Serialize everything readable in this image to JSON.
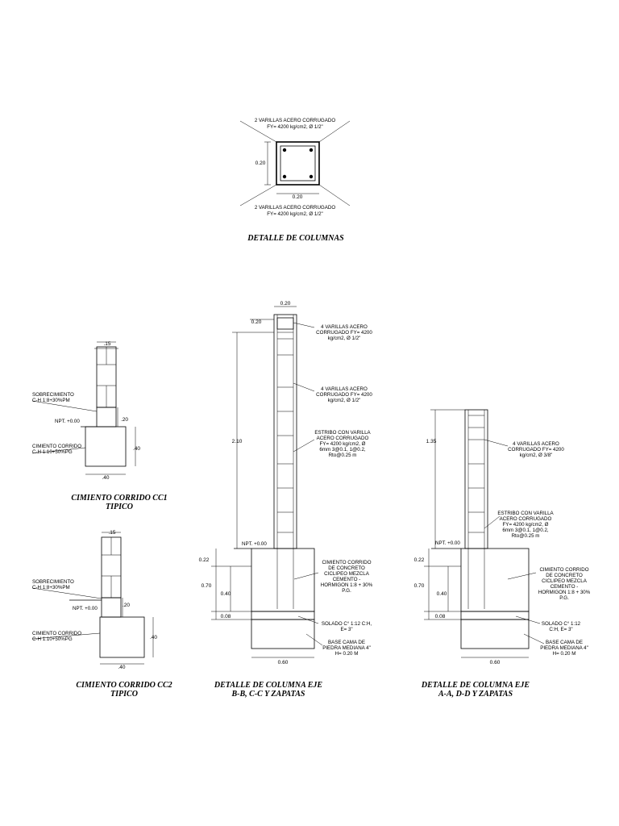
{
  "sheet": {
    "column_detail": {
      "note_top_1": "2 VARILLAS ACERO CORRUGADO",
      "note_top_2": "FY= 4200 kg/cm2, Ø 1/2\"",
      "note_bottom_1": "2 VARILLAS ACERO CORRUGADO",
      "note_bottom_2": "FY= 4200 kg/cm2, Ø 1/2\"",
      "dim_side": "0.20",
      "dim_bottom": "0.20",
      "title": "DETALLE DE COLUMNAS"
    },
    "cc1": {
      "dim_top": ".15",
      "label_sobre_1": "SOBRECIMIENTO",
      "label_sobre_2": "C-H 1:8+30%PM",
      "npt": "NPT. +0.00",
      "label_cim_1": "CIMIENTO CORRIDO",
      "label_cim_2": "C-H 1:10+50%PG",
      "dim_20": ".20",
      "dim_40v": ".40",
      "dim_40h": ".40",
      "title_1": "CIMIENTO CORRIDO CC1",
      "title_2": "TIPICO"
    },
    "cc2": {
      "dim_top": ".15",
      "label_sobre_1": "SOBRECIMIENTO",
      "label_sobre_2": "C-H 1:8+30%PM",
      "npt": "NPT. +0.00",
      "label_cim_1": "CIMIENTO CORRIDO",
      "label_cim_2": "C-H 1:10+50%PG",
      "dim_20": ".20",
      "dim_40v": ".40",
      "dim_40h": ".40",
      "title_1": "CIMIENTO CORRIDO CC2",
      "title_2": "TIPICO"
    },
    "col_b": {
      "dim_top": "0.20",
      "dim_side": "0.20",
      "note1_1": "4 VARILLAS ACERO",
      "note1_2": "CORRUGADO FY= 4200",
      "note1_3": "kg/cm2, Ø 1/2\"",
      "note2_1": "4 VARILLAS ACERO",
      "note2_2": "CORRUGADO FY= 4200",
      "note2_3": "kg/cm2, Ø 1/2\"",
      "note3_1": "ESTRIBO CON VARILLA",
      "note3_2": "ACERO CORRUGADO",
      "note3_3": "FY= 4200 kg/cm2, Ø",
      "note3_4": "6mm 3@0.1, 1@0.2,",
      "note3_5": "Rto@0.25 m",
      "dim_height": "2.10",
      "npt": "NPT. +0.00",
      "dim_022": "0.22",
      "dim_070": "0.70",
      "dim_040": "0.40",
      "dim_008": "0.08",
      "dim_060": "0.60",
      "note4_1": "CIMIENTO CORRIDO",
      "note4_2": "DE CONCRETO",
      "note4_3": "CICLIPEO MEZCLA",
      "note4_4": "CEMENTO -",
      "note4_5": "HORMIGON 1:8 + 30%",
      "note4_6": "P.G.",
      "note5_1": "SOLADO C° 1:12 C:H,",
      "note5_2": "E= 3\"",
      "note6_1": "BASE CAMA DE",
      "note6_2": "PIEDRA MEDIANA 4\"",
      "note6_3": "H= 0.20 M",
      "title_1": "DETALLE DE COLUMNA EJE",
      "title_2": "B-B, C-C Y ZAPATAS"
    },
    "col_a": {
      "dim_height": "1.35",
      "note1_1": "4 VARILLAS ACERO",
      "note1_2": "CORRUGADO FY= 4200",
      "note1_3": "kg/cm2, Ø 3/8\"",
      "note2_1": "ESTRIBO CON VARILLA",
      "note2_2": "ACERO CORRUGADO",
      "note2_3": "FY= 4200 kg/cm2, Ø",
      "note2_4": "6mm 3@0.1, 1@0.2,",
      "note2_5": "Rto@0.25 m",
      "npt": "NPT. +0.00",
      "dim_022": "0.22",
      "dim_070": "0.70",
      "dim_040": "0.40",
      "dim_008": "0.08",
      "dim_060": "0.60",
      "note3_1": "CIMIENTO CORRIDO",
      "note3_2": "DE CONCRETO",
      "note3_3": "CICLIPEO MEZCLA",
      "note3_4": "CEMENTO -",
      "note3_5": "HORMIGON 1:8 + 30%",
      "note3_6": "P.G.",
      "note4_1": "SOLADO C° 1:12",
      "note4_2": "C:H, E= 3\"",
      "note5_1": "BASE CAMA DE",
      "note5_2": "PIEDRA MEDIANA 4\"",
      "note5_3": "H= 0.20 M",
      "title_1": "DETALLE DE COLUMNA EJE",
      "title_2": "A-A, D-D Y ZAPATAS"
    }
  }
}
